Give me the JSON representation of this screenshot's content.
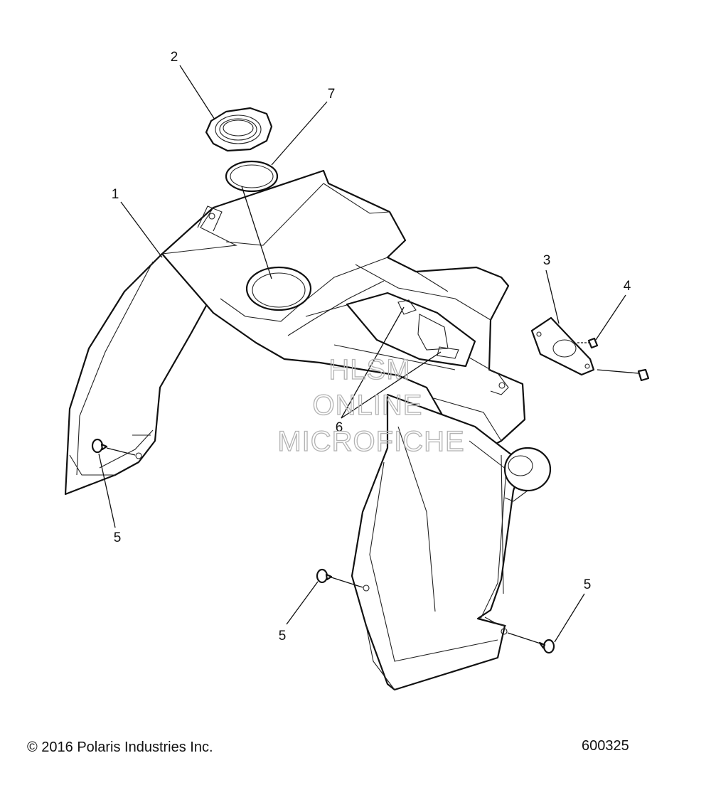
{
  "callouts": {
    "c1": "1",
    "c2": "2",
    "c3": "3",
    "c4": "4",
    "c5a": "5",
    "c5b": "5",
    "c5c": "5",
    "c6": "6",
    "c7": "7"
  },
  "watermark": {
    "line1": "HLSM",
    "line2": "ONLINE",
    "line3": "MICROFICHE"
  },
  "footer": {
    "copyright": "© 2016 Polaris Industries Inc.",
    "figure_number": "600325"
  }
}
